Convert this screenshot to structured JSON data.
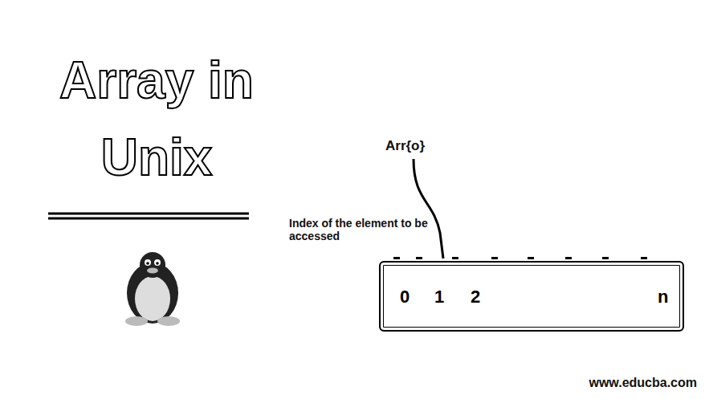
{
  "diagram": {
    "title": "Array in Unix",
    "nodes": [
      {
        "text": [
          "0",
          "1",
          "2",
          "n"
        ]
      }
    ],
    "labels": [
      "Arr{o}",
      "Index of the element to be accessed",
      "www.educba.com"
    ]
  }
}
